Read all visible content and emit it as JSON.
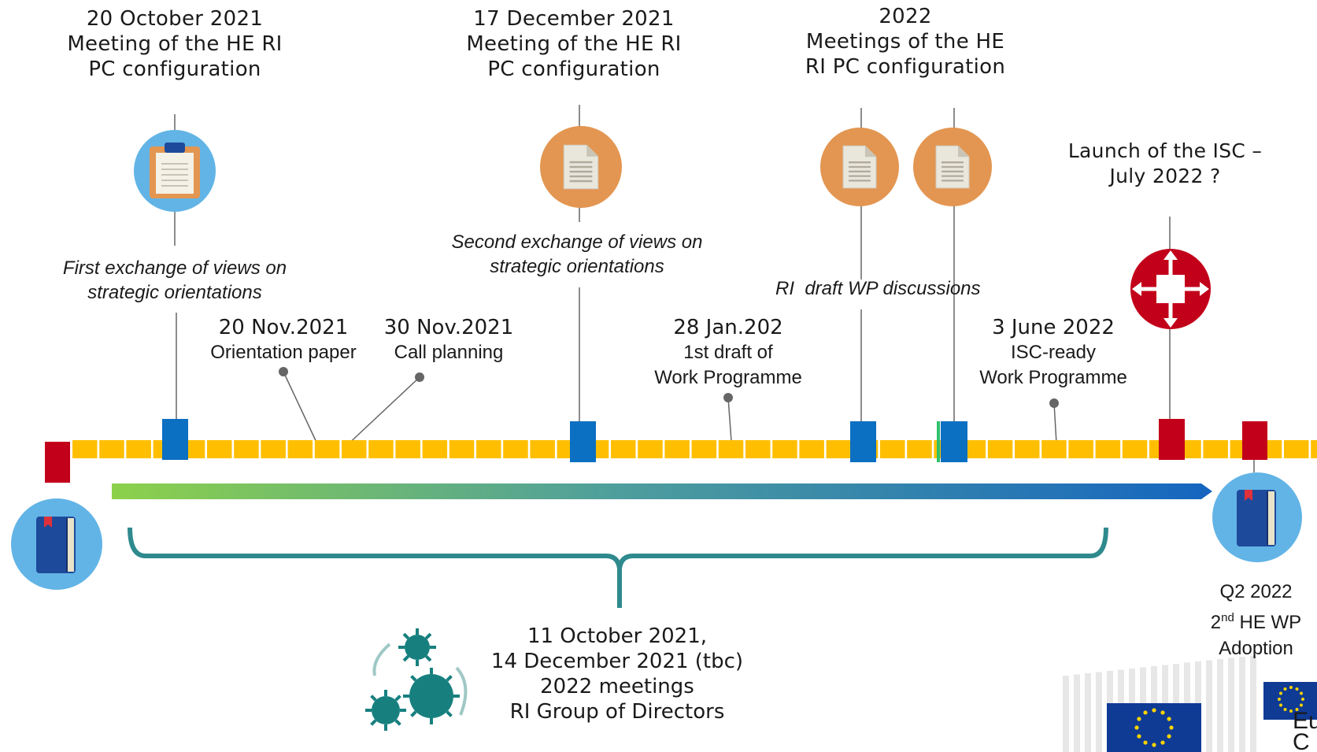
{
  "milestones": {
    "m1": {
      "lines": [
        "20 October 2021",
        "Meeting of the HE RI",
        "PC configuration"
      ]
    },
    "m2": {
      "lines": [
        "17 December 2021",
        "Meeting of the HE RI",
        "PC configuration"
      ]
    },
    "m3": {
      "lines": [
        "2022",
        "Meetings of the HE",
        "RI PC configuration"
      ]
    },
    "isc_launch": {
      "lines": [
        "Launch of the ISC –",
        "July 2022 ?"
      ]
    }
  },
  "discussions": {
    "first": {
      "lines": [
        "First exchange of views on",
        "strategic orientations"
      ]
    },
    "second": {
      "lines": [
        "Second exchange of views on",
        "strategic orientations"
      ]
    },
    "draft_wp": {
      "text": "RI  draft WP discussions"
    }
  },
  "deliverables": {
    "orientation": {
      "date": "20 Nov.2021",
      "label": "Orientation paper"
    },
    "call": {
      "date": "30 Nov.2021",
      "label": "Call planning"
    },
    "draft": {
      "date": "28 Jan.202",
      "lines": [
        "1st draft of",
        "Work Programme"
      ]
    },
    "isc_ready": {
      "date": "3 June 2022",
      "lines": [
        "ISC-ready",
        "Work Programme"
      ]
    }
  },
  "directors": {
    "lines": [
      "11 October 2021,",
      "14 December 2021 (tbc)",
      "2022 meetings",
      "RI Group of Directors"
    ]
  },
  "adoption": {
    "line1": "Q2 2022",
    "ordinal_num": "2",
    "ordinal_sup": "nd",
    "ordinal_rest": " HE WP",
    "line3": "Adoption"
  },
  "colors": {
    "timeline_yellow": "#ffbf00",
    "marker_blue": "#0b6fc2",
    "marker_red": "#c3001a",
    "icon_light_blue": "#62b4e6",
    "icon_orange": "#e39651",
    "bracket_teal": "#2f8a8e",
    "arrow_green": "#8cd14a",
    "arrow_blue": "#1565c0"
  },
  "icons": [
    "clipboard-icon",
    "document-icon",
    "expand-arrows-icon",
    "book-icon",
    "virus-group-icon",
    "eu-flag-icon"
  ]
}
